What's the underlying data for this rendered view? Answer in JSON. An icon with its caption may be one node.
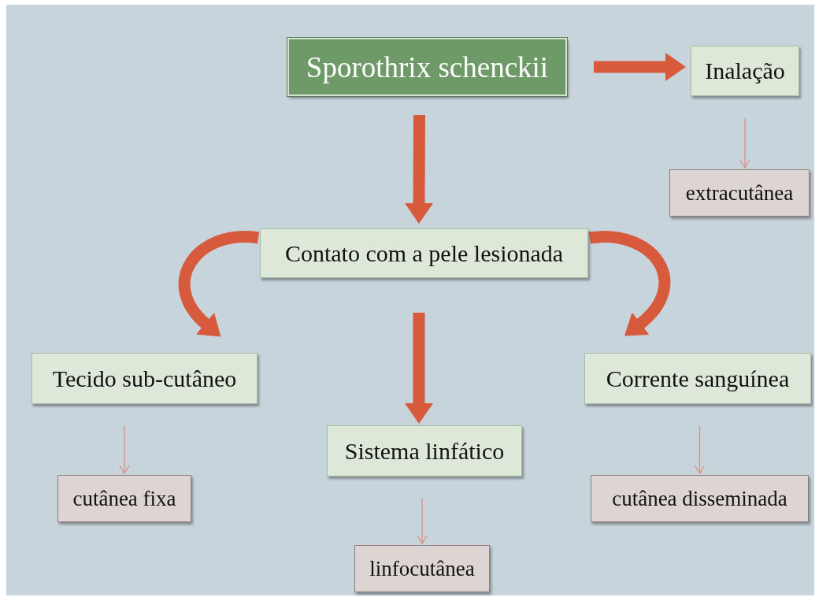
{
  "diagram": {
    "nodes": [
      {
        "text": [
          "Sporothrix schenckii"
        ]
      },
      {
        "text": [
          "Inalação"
        ]
      },
      {
        "text": [
          "extracutânea"
        ]
      },
      {
        "text": [
          "Contato com a pele lesionada"
        ]
      },
      {
        "text": [
          "Tecido sub-cutâneo"
        ]
      },
      {
        "text": [
          "Corrente sanguínea"
        ]
      },
      {
        "text": [
          "Sistema linfático"
        ]
      },
      {
        "text": [
          "cutânea fixa"
        ]
      },
      {
        "text": [
          "linfocutânea"
        ]
      },
      {
        "text": [
          "cutânea disseminada"
        ]
      }
    ],
    "edges": [
      {
        "from": 0,
        "to": 1,
        "arrow": "to"
      },
      {
        "from": 0,
        "to": 3,
        "arrow": "to"
      },
      {
        "from": 1,
        "to": 2,
        "arrow": "to",
        "color": "#dc8f80"
      },
      {
        "from": 3,
        "to": 4,
        "arrow": "to"
      },
      {
        "from": 3,
        "to": 5,
        "arrow": "to"
      },
      {
        "from": 3,
        "to": 6,
        "arrow": "to"
      },
      {
        "from": 4,
        "to": 7,
        "arrow": "to",
        "color": "#dc8f80"
      },
      {
        "from": 6,
        "to": 8,
        "arrow": "to",
        "color": "#dc8f80"
      },
      {
        "from": 5,
        "to": 9,
        "arrow": "to",
        "color": "#dc8f80"
      }
    ]
  }
}
